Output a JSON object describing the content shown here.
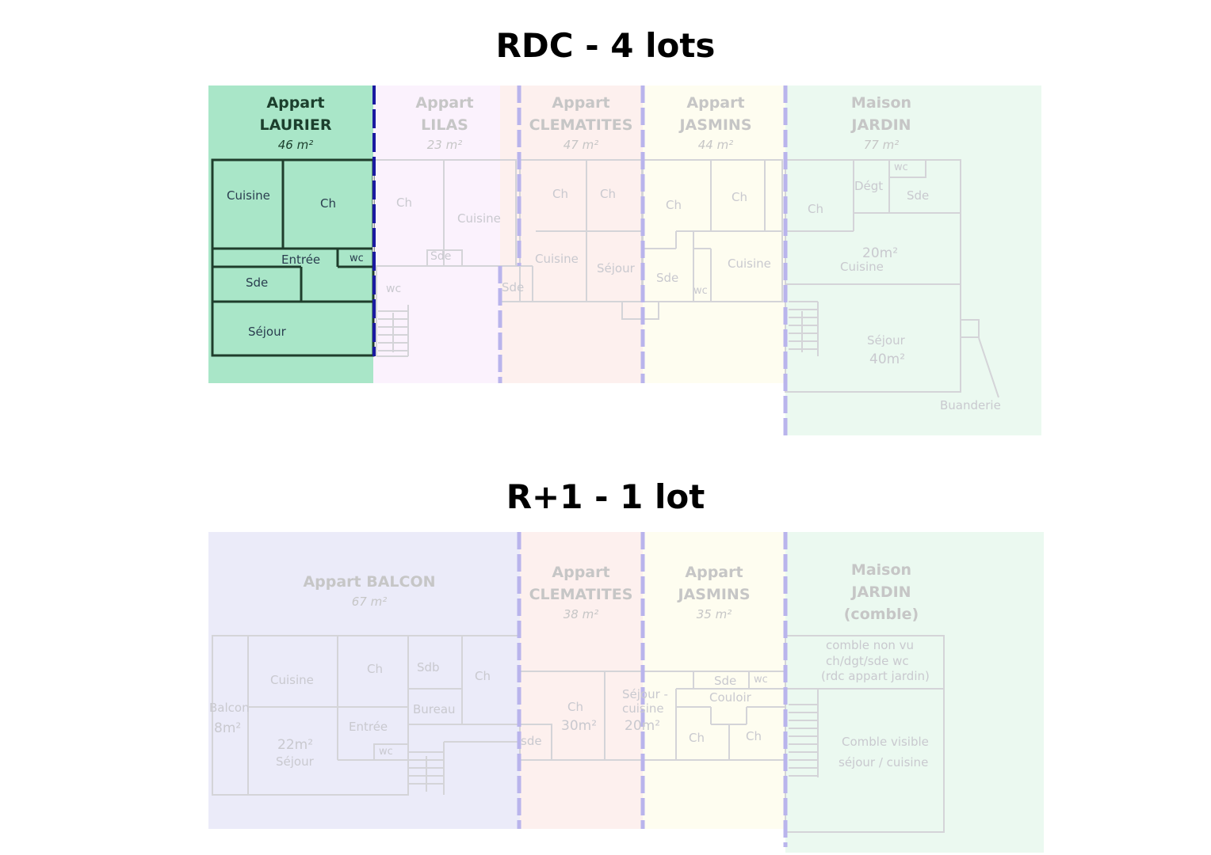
{
  "titles": {
    "rdc": "RDC - 4 lots",
    "r1": "R+1 - 1 lot"
  },
  "rdc": {
    "laurier": {
      "line1": "Appart",
      "line2": "LAURIER",
      "area": "46 m²"
    },
    "lilas": {
      "line1": "Appart",
      "line2": "LILAS",
      "area": "23 m²"
    },
    "clematites": {
      "line1": "Appart",
      "line2": "CLEMATITES",
      "area": "47 m²"
    },
    "jasmins": {
      "line1": "Appart",
      "line2": "JASMINS",
      "area": "44 m²"
    },
    "jardin": {
      "line1": "Maison",
      "line2": "JARDIN",
      "area": "77 m²"
    },
    "rooms": {
      "laurier_cuisine": "Cuisine",
      "laurier_ch": "Ch",
      "laurier_entree": "Entrée",
      "laurier_wc": "wc",
      "laurier_sde": "Sde",
      "laurier_sejour": "Séjour",
      "lilas_ch": "Ch",
      "lilas_cuisine": "Cuisine",
      "lilas_sde": "Sde",
      "lilas_wc": "wc",
      "clem_ch1": "Ch",
      "clem_ch2": "Ch",
      "clem_cuisine": "Cuisine",
      "clem_sejour": "Séjour",
      "clem_sde": "Sde",
      "jas_ch1": "Ch",
      "jas_ch2": "Ch",
      "jas_sde": "Sde",
      "jas_wc": "wc",
      "jas_cuisine": "Cuisine",
      "jard_ch": "Ch",
      "jard_degt": "Dégt",
      "jard_wc": "wc",
      "jard_sde": "Sde",
      "jard_20": "20m²",
      "jard_cuisine": "Cuisine",
      "jard_sejour": "Séjour",
      "jard_40": "40m²",
      "jard_buanderie": "Buanderie"
    }
  },
  "r1": {
    "balcon": {
      "line1": "Appart BALCON",
      "area": "67 m²"
    },
    "clematites": {
      "line1": "Appart",
      "line2": "CLEMATITES",
      "area": "38 m²"
    },
    "jasmins": {
      "line1": "Appart",
      "line2": "JASMINS",
      "area": "35 m²"
    },
    "jardin": {
      "line1": "Maison",
      "line2": "JARDIN",
      "line3": "(comble)"
    },
    "rooms": {
      "bal_cuisine": "Cuisine",
      "bal_ch1": "Ch",
      "bal_sdb": "Sdb",
      "bal_ch2": "Ch",
      "bal_balcon": "Balcon",
      "bal_8": "8m²",
      "bal_entree": "Entrée",
      "bal_bureau": "Bureau",
      "bal_22": "22m²",
      "bal_sejour": "Séjour",
      "bal_wc": "wc",
      "clem_sde": "sde",
      "clem_ch": "Ch",
      "clem_30": "30m²",
      "clem_sejour": "Séjour -",
      "clem_cuisine": "cuisine",
      "clem_20": "20m²",
      "jas_sde": "Sde",
      "jas_wc": "wc",
      "jas_couloir": "Couloir",
      "jas_ch1": "Ch",
      "jas_ch2": "Ch",
      "jard_comble1": "comble non vu",
      "jard_comble2": "ch/dgt/sde wc",
      "jard_comble3": "(rdc appart jardin)",
      "jard_visible": "Comble visible",
      "jard_sejcuis": "séjour / cuisine"
    }
  },
  "colors": {
    "laurier": "#a9e6c8",
    "lilas": "#fbf2fd",
    "clematites": "#fdf0ee",
    "jasmins": "#fefdf0",
    "jardin": "#ebf9f0",
    "balcon": "#ebebf9",
    "divider": "#b9b4ec",
    "laurier_divider": "#1a1aa0"
  }
}
